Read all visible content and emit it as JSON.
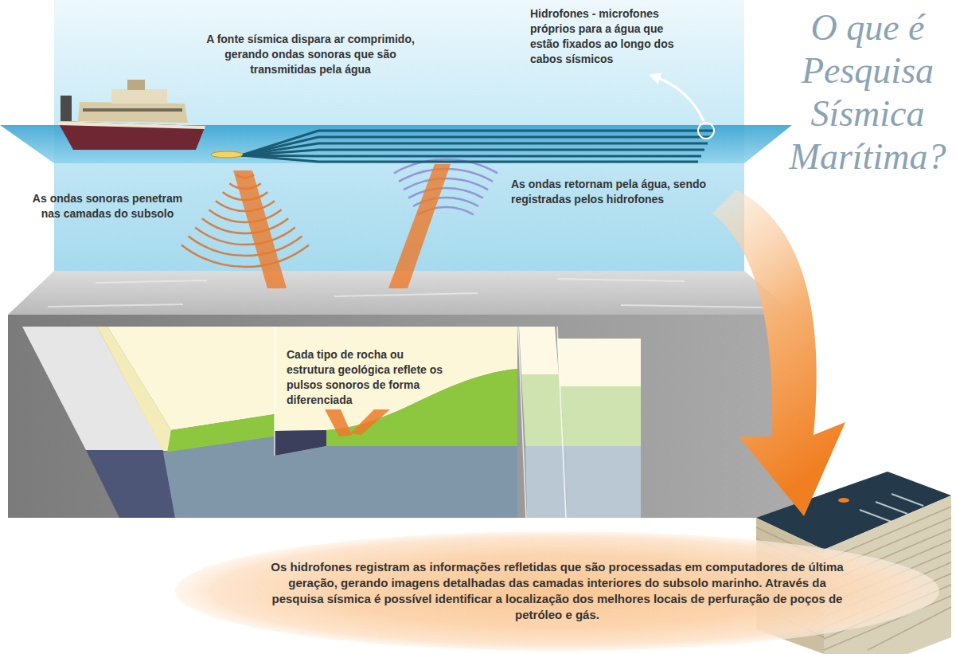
{
  "diagram": {
    "title": "O que é Pesquisa Sísmica Marítima?",
    "nodes": [
      {
        "text": [
          "Os hidrofones registram as informações refletidas que são processadas em computadores de última geração, gerando imagens detalhadas das camadas interiores do subsolo marinho. Através da pesquisa sísmica é possível identificar a localização dos melhores locais de perfuração de poços de petróleo e gás."
        ]
      }
    ],
    "labels": [
      "A fonte sísmica dispara ar comprimido, gerando ondas sonoras que são transmitidas pela água",
      "Hidrofones - microfones próprios para a água que estão fixados ao longo dos cabos sísmicos",
      "As ondas sonoras penetram nas camadas do subsolo",
      "As ondas retornam pela água, sendo registradas pelos hidrofones",
      "Cada tipo de rocha ou estrutura geológica reflete os pulsos sonoros de forma diferenciada"
    ]
  }
}
